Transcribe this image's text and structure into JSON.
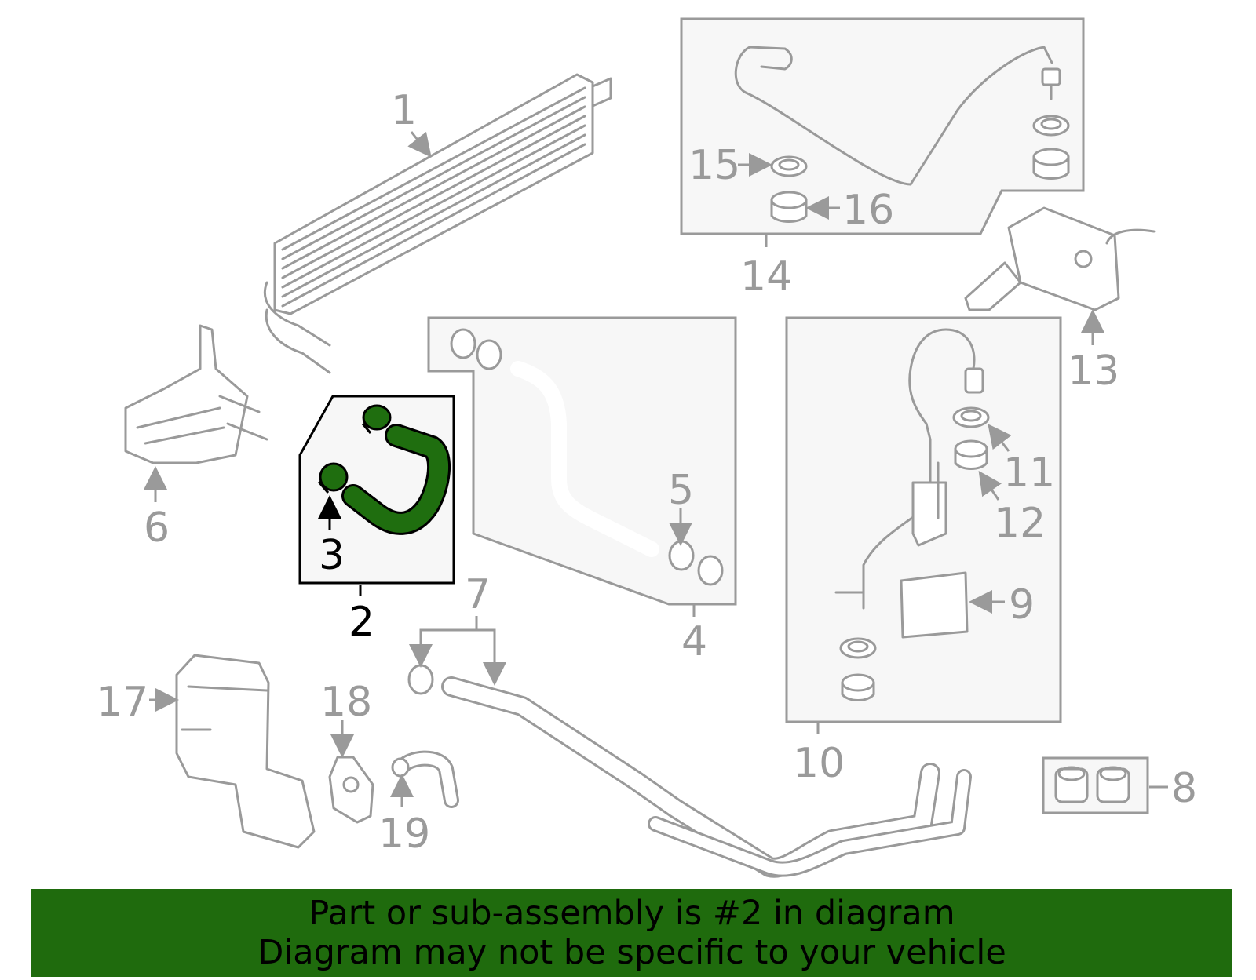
{
  "colors": {
    "highlight_part": "#1f6e0f",
    "banner": "#1f6b0d",
    "line_gray": "#9a9a9a",
    "group_fill": "#f7f7f7"
  },
  "callouts": {
    "c1": "1",
    "c2": "2",
    "c3": "3",
    "c4": "4",
    "c5": "5",
    "c6": "6",
    "c7": "7",
    "c8": "8",
    "c9": "9",
    "c10": "10",
    "c11": "11",
    "c12": "12",
    "c13": "13",
    "c14": "14",
    "c15": "15",
    "c16": "16",
    "c17": "17",
    "c18": "18",
    "c19": "19"
  },
  "highlighted_part": "2",
  "banner": {
    "line1": "Part or sub-assembly is #2 in diagram",
    "line2": "Diagram may not be specific to your vehicle"
  }
}
